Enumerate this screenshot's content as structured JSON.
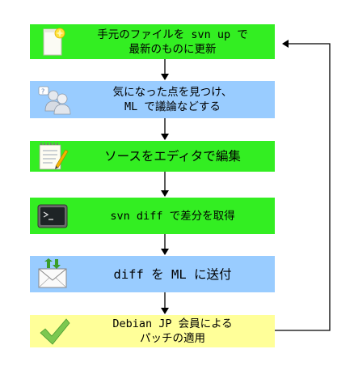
{
  "steps": [
    {
      "line1": "手元のファイルを svn up で",
      "line2": "最新のものに更新",
      "color": "#33ee22",
      "icon": "new-file-icon"
    },
    {
      "line1": "気になった点を見つけ、",
      "line2": "ML で議論などする",
      "color": "#99ccff",
      "icon": "people-discussion-icon"
    },
    {
      "line1": "ソースをエディタで編集",
      "line2": "",
      "color": "#33ee22",
      "icon": "notepad-pencil-icon"
    },
    {
      "line1": "svn diff で差分を取得",
      "line2": "",
      "color": "#33ee22",
      "icon": "terminal-icon"
    },
    {
      "line1": "diff を ML に送付",
      "line2": "",
      "color": "#99ccff",
      "icon": "mail-icon"
    },
    {
      "line1": "Debian JP 会員による",
      "line2": "パッチの適用",
      "color": "#ffff99",
      "icon": "checkmark-icon"
    }
  ]
}
